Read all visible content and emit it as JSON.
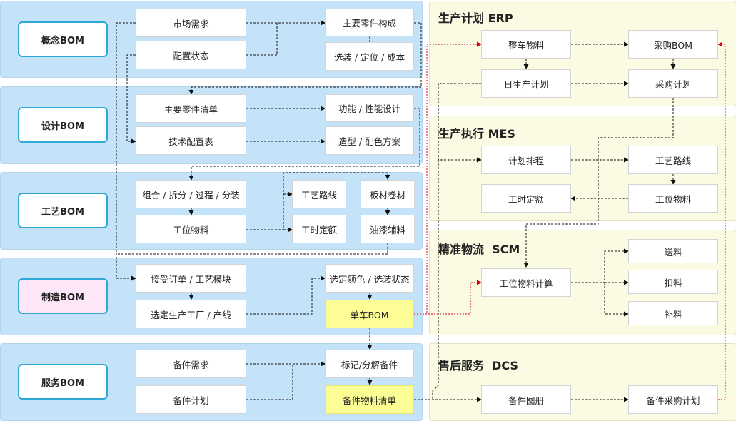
{
  "colors": {
    "band": "#c5e3f8",
    "label_border": "#2ea8d8",
    "highlight": "#fdfd96",
    "manufacture_label_bg": "#fce6f8",
    "right_panel": "#fbfbe4",
    "link_red": "#d9000d"
  },
  "rows": {
    "concept": {
      "label": "概念BOM",
      "market": "市场需求",
      "config_state": "配置状态",
      "main_parts": "主要零件构成",
      "options": "选装 / 定位 / 成本"
    },
    "design": {
      "label": "设计BOM",
      "parts_list": "主要零件清单",
      "tech_config": "技术配置表",
      "function": "功能 / 性能设计",
      "styling": "造型 / 配色方案"
    },
    "process": {
      "label": "工艺BOM",
      "assembly": "组合 / 拆分 / 过程 / 分装",
      "station_material": "工位物料",
      "route": "工艺路线",
      "time": "工时定额",
      "sheet": "板材卷材",
      "paint": "油漆辅料"
    },
    "manufacture": {
      "label": "制造BOM",
      "order": "接受订单 / 工艺模块",
      "plant": "选定生产工厂 / 产线",
      "color": "选定颜色 / 选装状态",
      "single": "单车BOM"
    },
    "service": {
      "label": "服务BOM",
      "demand": "备件需求",
      "plan": "备件计划",
      "mark": "标记/分解备件",
      "list": "备件物料清单"
    }
  },
  "erp": {
    "title": "生产计划 ERP",
    "vehicle": "整车物料",
    "daily": "日生产计划",
    "purchase_bom": "采购BOM",
    "purchase_plan": "采购计划"
  },
  "mes": {
    "title": "生产执行 MES",
    "schedule": "计划排程",
    "route": "工艺路线",
    "time": "工时定额",
    "station_material": "工位物料"
  },
  "scm": {
    "title": "精准物流  SCM",
    "calc": "工位物料计算",
    "deliver": "送料",
    "deduct": "扣料",
    "replenish": "补料"
  },
  "dcs": {
    "title": "售后服务  DCS",
    "catalog": "备件图册",
    "purchase": "备件采购计划"
  }
}
